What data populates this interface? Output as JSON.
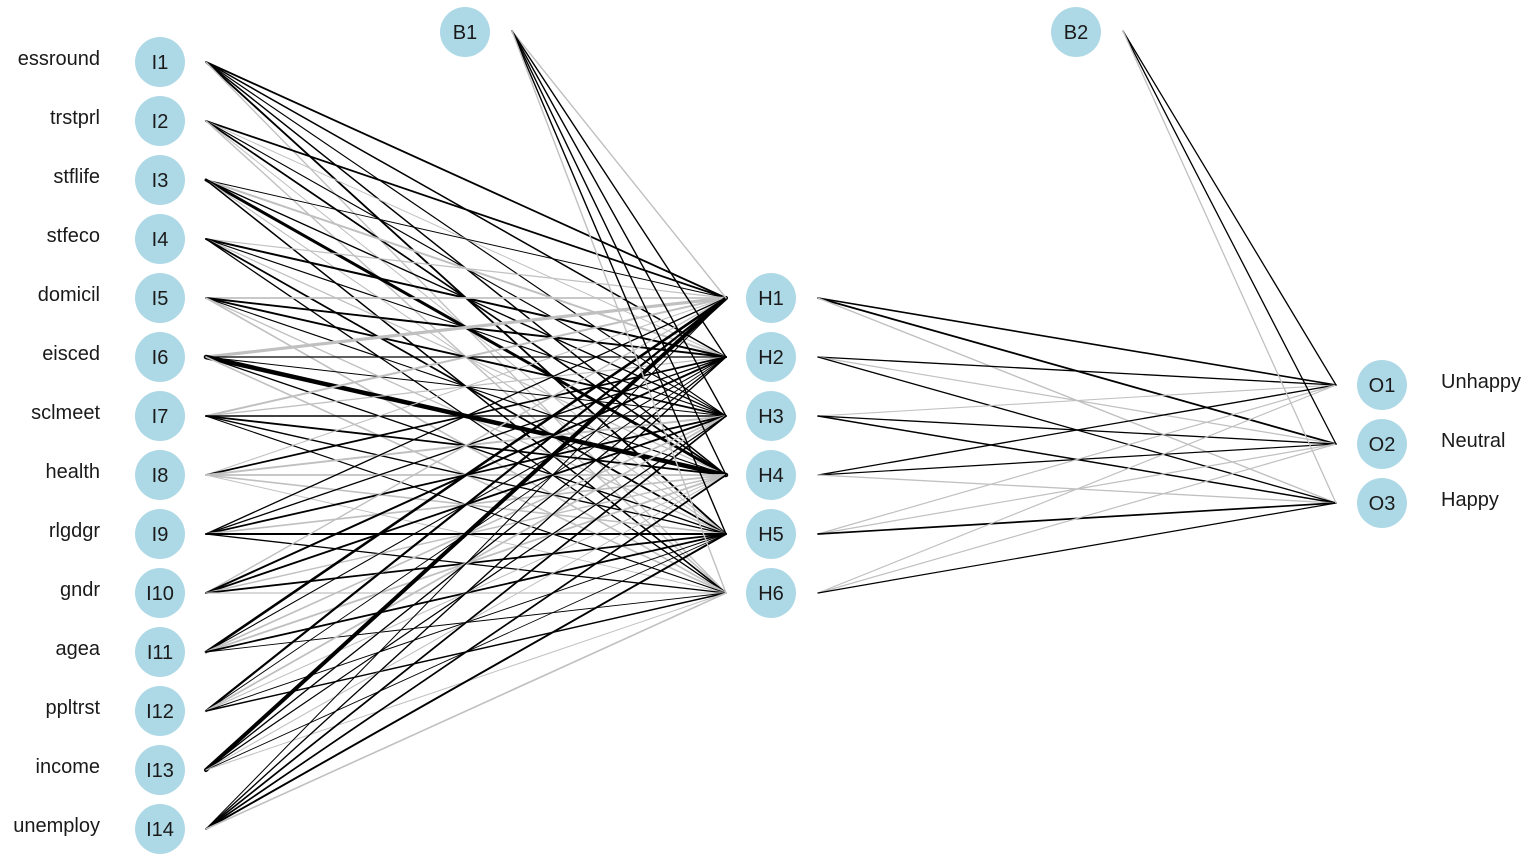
{
  "diagram": {
    "node_color": "#add8e6",
    "strong_edge_color": "#000000",
    "weak_edge_color": "#c0c0c0",
    "inputs": [
      {
        "id": "I1",
        "label": "essround"
      },
      {
        "id": "I2",
        "label": "trstprl"
      },
      {
        "id": "I3",
        "label": "stflife"
      },
      {
        "id": "I4",
        "label": "stfeco"
      },
      {
        "id": "I5",
        "label": "domicil"
      },
      {
        "id": "I6",
        "label": "eisced"
      },
      {
        "id": "I7",
        "label": "sclmeet"
      },
      {
        "id": "I8",
        "label": "health"
      },
      {
        "id": "I9",
        "label": "rlgdgr"
      },
      {
        "id": "I10",
        "label": "gndr"
      },
      {
        "id": "I11",
        "label": "agea"
      },
      {
        "id": "I12",
        "label": "ppltrst"
      },
      {
        "id": "I13",
        "label": "income"
      },
      {
        "id": "I14",
        "label": "unemploy"
      }
    ],
    "hidden": [
      {
        "id": "H1"
      },
      {
        "id": "H2"
      },
      {
        "id": "H3"
      },
      {
        "id": "H4"
      },
      {
        "id": "H5"
      },
      {
        "id": "H6"
      }
    ],
    "outputs": [
      {
        "id": "O1",
        "label": "Unhappy"
      },
      {
        "id": "O2",
        "label": "Neutral"
      },
      {
        "id": "O3",
        "label": "Happy"
      }
    ],
    "biases": [
      {
        "id": "B1"
      },
      {
        "id": "B2"
      }
    ]
  }
}
